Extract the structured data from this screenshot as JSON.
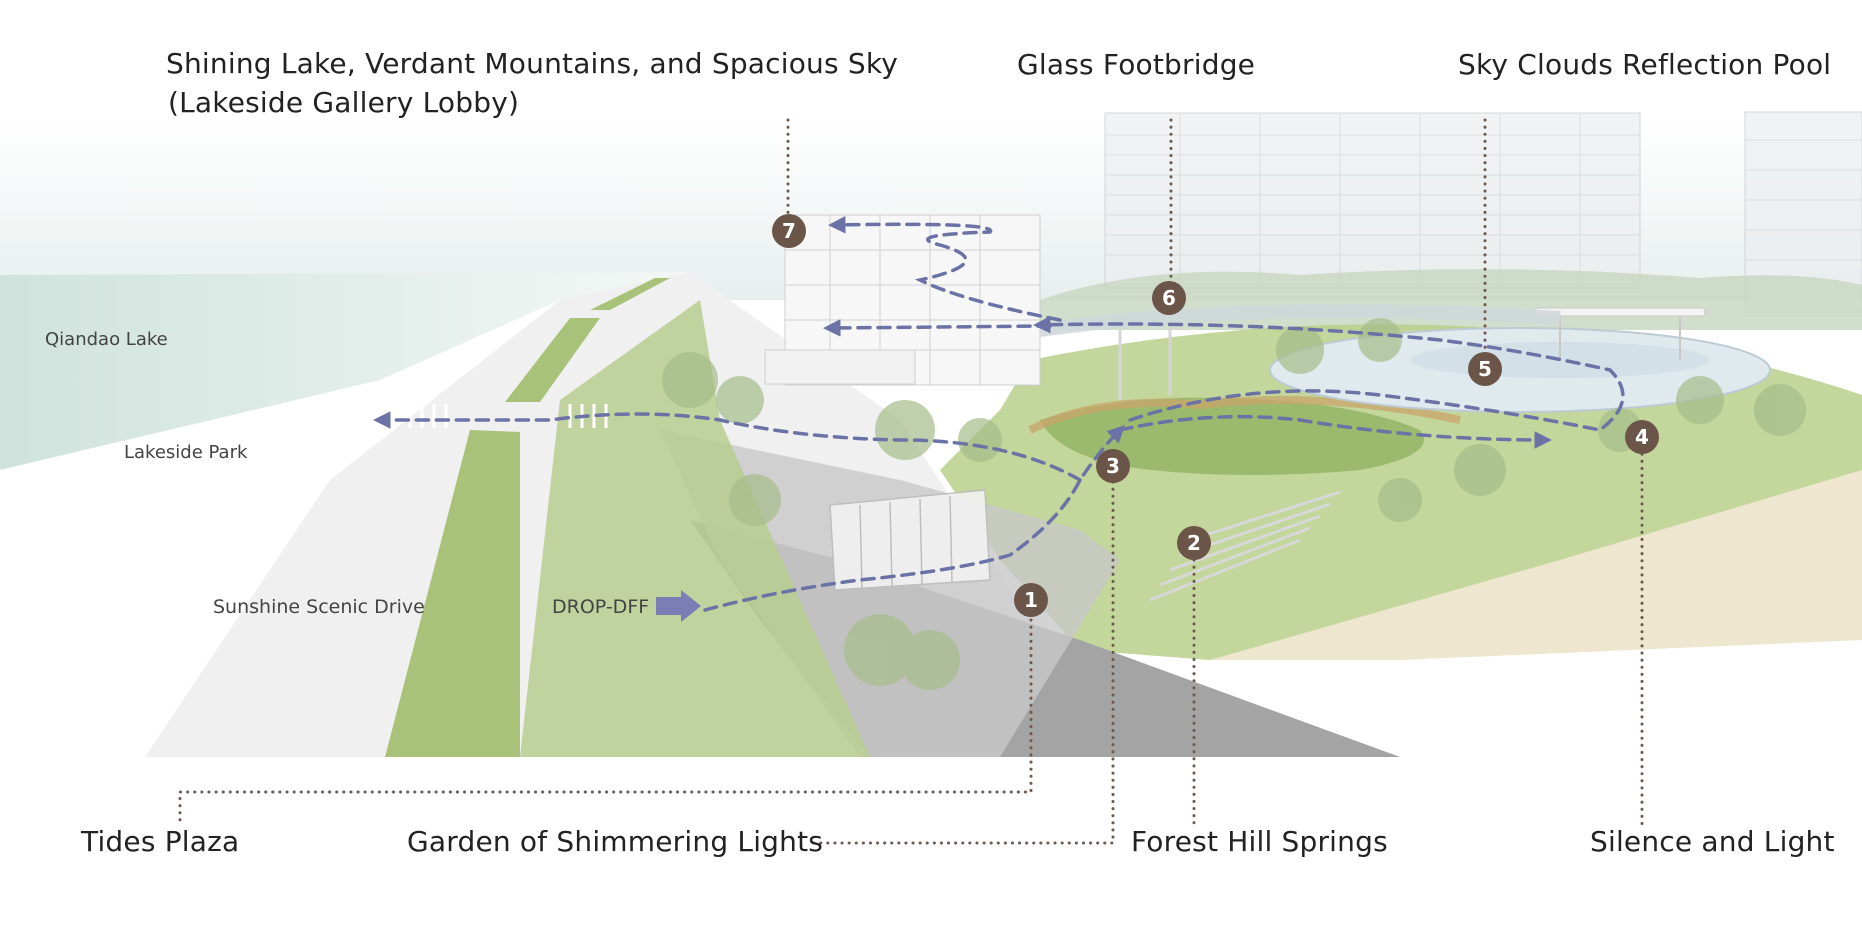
{
  "labels": {
    "gallery_line1": "Shining Lake, Verdant Mountains, and Spacious Sky",
    "gallery_line2": "(Lakeside Gallery Lobby)",
    "glass_footbridge": "Glass Footbridge",
    "reflection_pool": "Sky Clouds Reflection Pool",
    "qiandao_lake": "Qiandao Lake",
    "lakeside_park": "Lakeside Park",
    "scenic_drive": "Sunshine Scenic Drive",
    "drop_off": "DROP-DFF",
    "tides_plaza": "Tides Plaza",
    "shimmering_lights": "Garden of Shimmering Lights",
    "forest_hill": "Forest Hill Springs",
    "silence_light": "Silence and Light"
  },
  "markers": [
    "1",
    "2",
    "3",
    "4",
    "5",
    "6",
    "7"
  ],
  "colors": {
    "marker": "#6b5448",
    "route": "#6b73a6",
    "leader": "#6d5a4f",
    "grass": "#a9c27a",
    "road": "#e6e6e6",
    "asphalt": "#9a9a9a",
    "lake": "#d5e6df"
  }
}
